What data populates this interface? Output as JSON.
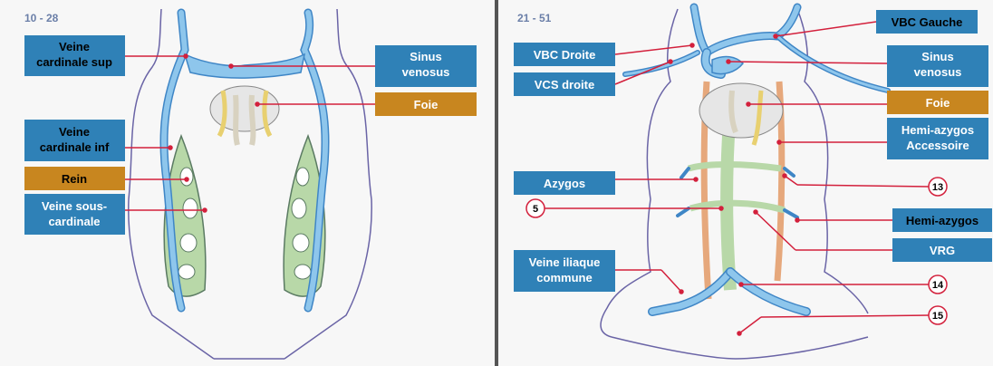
{
  "colors": {
    "vein_blue": "#8ec6ec",
    "vein_stroke": "#3f86c6",
    "label_blue": "#2f81b7",
    "label_orange": "#c8861f",
    "leader_red": "#d3203c",
    "green_vessel": "#b8d8a8",
    "orange_vessel": "#e6a87c",
    "outline": "#6a64a6"
  },
  "left_panel": {
    "figure_number": "10 - 28",
    "labels": {
      "veine_cardinale_sup": [
        "Veine",
        "cardinale sup"
      ],
      "sinus_venosus": [
        "Sinus",
        "venosus"
      ],
      "foie": [
        "Foie"
      ],
      "veine_cardinale_inf": [
        "Veine",
        "cardinale inf"
      ],
      "rein": [
        "Rein"
      ],
      "veine_sous_cardinale": [
        "Veine sous-",
        "cardinale"
      ]
    }
  },
  "right_panel": {
    "figure_number": "21 - 51",
    "labels": {
      "vbc_gauche": [
        "VBC Gauche"
      ],
      "vbc_droite": [
        "VBC Droite"
      ],
      "vcs_droite": [
        "VCS droite"
      ],
      "sinus_venosus": [
        "Sinus",
        "venosus"
      ],
      "foie": [
        "Foie"
      ],
      "hemi_azygos_accessoire": [
        "Hemi-azygos",
        "Accessoire"
      ],
      "azygos": [
        "Azygos"
      ],
      "hemi_azygos": [
        "Hemi-azygos"
      ],
      "vrg": [
        "VRG"
      ],
      "veine_iliaque_commune": [
        "Veine iliaque",
        "commune"
      ]
    },
    "numbers": {
      "n5": "5",
      "n13": "13",
      "n14": "14",
      "n15": "15"
    }
  }
}
